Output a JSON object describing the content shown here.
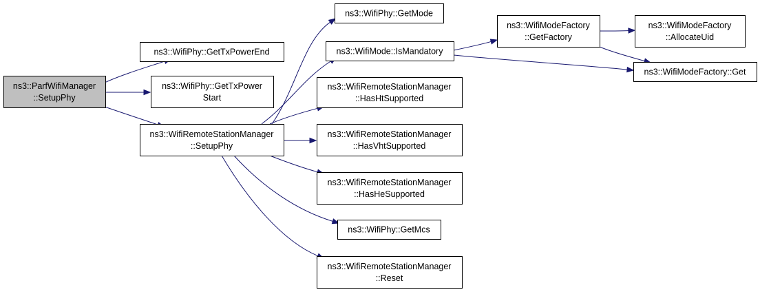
{
  "graph": {
    "edge_color": "#191970",
    "root_fill": "#bfbfbf",
    "nodes": [
      {
        "id": "n0",
        "lines": [
          "ns3::ParfWifiManager",
          "::SetupPhy"
        ],
        "root": true
      },
      {
        "id": "n1",
        "lines": [
          "ns3::WifiPhy::GetTxPowerEnd"
        ]
      },
      {
        "id": "n2",
        "lines": [
          "ns3::WifiPhy::GetTxPower",
          "Start"
        ]
      },
      {
        "id": "n3",
        "lines": [
          "ns3::WifiRemoteStationManager",
          "::SetupPhy"
        ]
      },
      {
        "id": "n4",
        "lines": [
          "ns3::WifiPhy::GetMode"
        ]
      },
      {
        "id": "n5",
        "lines": [
          "ns3::WifiMode::IsMandatory"
        ]
      },
      {
        "id": "n6",
        "lines": [
          "ns3::WifiRemoteStationManager",
          "::HasHtSupported"
        ]
      },
      {
        "id": "n7",
        "lines": [
          "ns3::WifiRemoteStationManager",
          "::HasVhtSupported"
        ]
      },
      {
        "id": "n8",
        "lines": [
          "ns3::WifiRemoteStationManager",
          "::HasHeSupported"
        ]
      },
      {
        "id": "n9",
        "lines": [
          "ns3::WifiPhy::GetMcs"
        ]
      },
      {
        "id": "n10",
        "lines": [
          "ns3::WifiRemoteStationManager",
          "::Reset"
        ]
      },
      {
        "id": "n11",
        "lines": [
          "ns3::WifiModeFactory",
          "::GetFactory"
        ]
      },
      {
        "id": "n12",
        "lines": [
          "ns3::WifiModeFactory::Get"
        ]
      },
      {
        "id": "n13",
        "lines": [
          "ns3::WifiModeFactory",
          "::AllocateUid"
        ]
      }
    ],
    "edges": [
      [
        "n0",
        "n1"
      ],
      [
        "n0",
        "n2"
      ],
      [
        "n0",
        "n3"
      ],
      [
        "n3",
        "n4"
      ],
      [
        "n3",
        "n5"
      ],
      [
        "n3",
        "n6"
      ],
      [
        "n3",
        "n7"
      ],
      [
        "n3",
        "n8"
      ],
      [
        "n3",
        "n9"
      ],
      [
        "n3",
        "n10"
      ],
      [
        "n5",
        "n11"
      ],
      [
        "n5",
        "n12"
      ],
      [
        "n11",
        "n13"
      ],
      [
        "n11",
        "n12"
      ]
    ]
  }
}
